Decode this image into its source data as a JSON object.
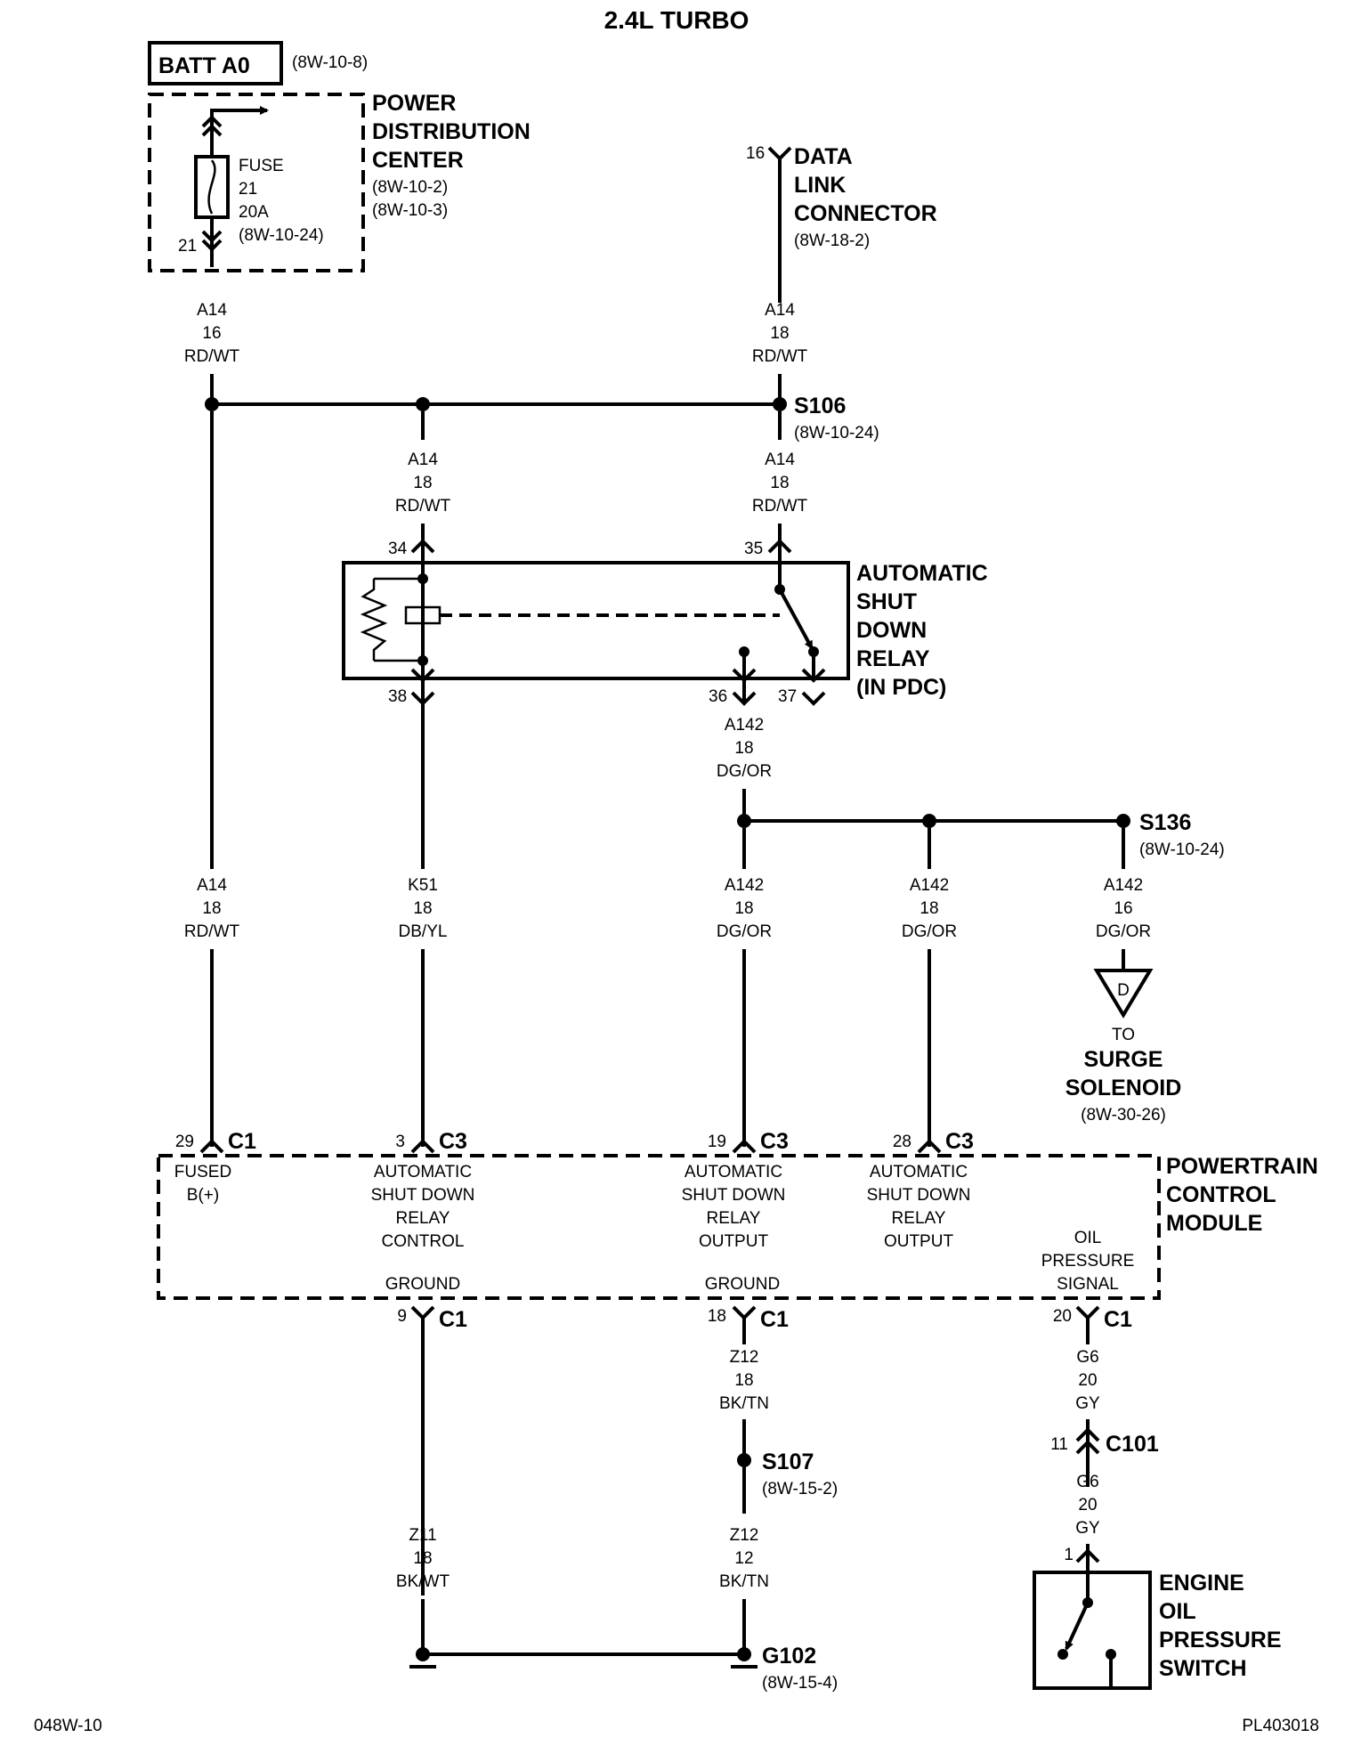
{
  "title": "2.4L TURBO",
  "footer": {
    "left": "048W-10",
    "right": "PL403018"
  },
  "batt": {
    "name": "BATT A0",
    "ref": "(8W-10-8)"
  },
  "pdc": {
    "lines": [
      "POWER",
      "DISTRIBUTION",
      "CENTER"
    ],
    "refs": [
      "(8W-10-2)",
      "(8W-10-3)"
    ],
    "fuse": [
      "FUSE",
      "21",
      "20A",
      "(8W-10-24)"
    ],
    "pin": "21"
  },
  "dlc": {
    "lines": [
      "DATA",
      "LINK",
      "CONNECTOR"
    ],
    "ref": "(8W-18-2)",
    "pin": "16"
  },
  "relay": {
    "lines": [
      "AUTOMATIC",
      "SHUT",
      "DOWN",
      "RELAY",
      "(IN PDC)"
    ],
    "pins": {
      "p34": "34",
      "p35": "35",
      "p36": "36",
      "p37": "37",
      "p38": "38"
    }
  },
  "splices": {
    "s106": {
      "name": "S106",
      "ref": "(8W-10-24)"
    },
    "s136": {
      "name": "S136",
      "ref": "(8W-10-24)"
    },
    "s107": {
      "name": "S107",
      "ref": "(8W-15-2)"
    }
  },
  "wires": {
    "w1": [
      "A14",
      "16",
      "RD/WT"
    ],
    "w2": [
      "A14",
      "18",
      "RD/WT"
    ],
    "w3": [
      "A14",
      "18",
      "RD/WT"
    ],
    "w4": [
      "A14",
      "18",
      "RD/WT"
    ],
    "w5": [
      "A142",
      "18",
      "DG/OR"
    ],
    "w6": [
      "A14",
      "18",
      "RD/WT"
    ],
    "w7": [
      "K51",
      "18",
      "DB/YL"
    ],
    "w8": [
      "A142",
      "18",
      "DG/OR"
    ],
    "w9": [
      "A142",
      "18",
      "DG/OR"
    ],
    "w10": [
      "A142",
      "16",
      "DG/OR"
    ],
    "w11": [
      "Z12",
      "18",
      "BK/TN"
    ],
    "w12": [
      "G6",
      "20",
      "GY"
    ],
    "w13": [
      "G6",
      "20",
      "GY"
    ],
    "w14": [
      "Z11",
      "18",
      "BK/WT"
    ],
    "w15": [
      "Z12",
      "12",
      "BK/TN"
    ]
  },
  "surge": {
    "letter": "D",
    "to": "TO",
    "lines": [
      "SURGE",
      "SOLENOID"
    ],
    "ref": "(8W-30-26)"
  },
  "pcm": {
    "lines": [
      "POWERTRAIN",
      "CONTROL",
      "MODULE"
    ],
    "c1_top": {
      "pin": "29",
      "conn": "C1"
    },
    "c3a": {
      "pin": "3",
      "conn": "C3"
    },
    "c3b": {
      "pin": "19",
      "conn": "C3"
    },
    "c3c": {
      "pin": "28",
      "conn": "C3"
    },
    "c1_g1": {
      "pin": "9",
      "conn": "C1"
    },
    "c1_g2": {
      "pin": "18",
      "conn": "C1"
    },
    "c1_oil": {
      "pin": "20",
      "conn": "C1"
    },
    "fused": [
      "FUSED",
      "B(+)"
    ],
    "asd_control": [
      "AUTOMATIC",
      "SHUT DOWN",
      "RELAY",
      "CONTROL"
    ],
    "asd_output1": [
      "AUTOMATIC",
      "SHUT DOWN",
      "RELAY",
      "OUTPUT"
    ],
    "asd_output2": [
      "AUTOMATIC",
      "SHUT DOWN",
      "RELAY",
      "OUTPUT"
    ],
    "oil_signal": [
      "OIL",
      "PRESSURE",
      "SIGNAL"
    ],
    "ground1": "GROUND",
    "ground2": "GROUND"
  },
  "c101": {
    "pin": "11",
    "conn": "C101"
  },
  "g102": {
    "name": "G102",
    "ref": "(8W-15-4)"
  },
  "oil_switch": {
    "pin": "1",
    "lines": [
      "ENGINE",
      "OIL",
      "PRESSURE",
      "SWITCH"
    ]
  }
}
